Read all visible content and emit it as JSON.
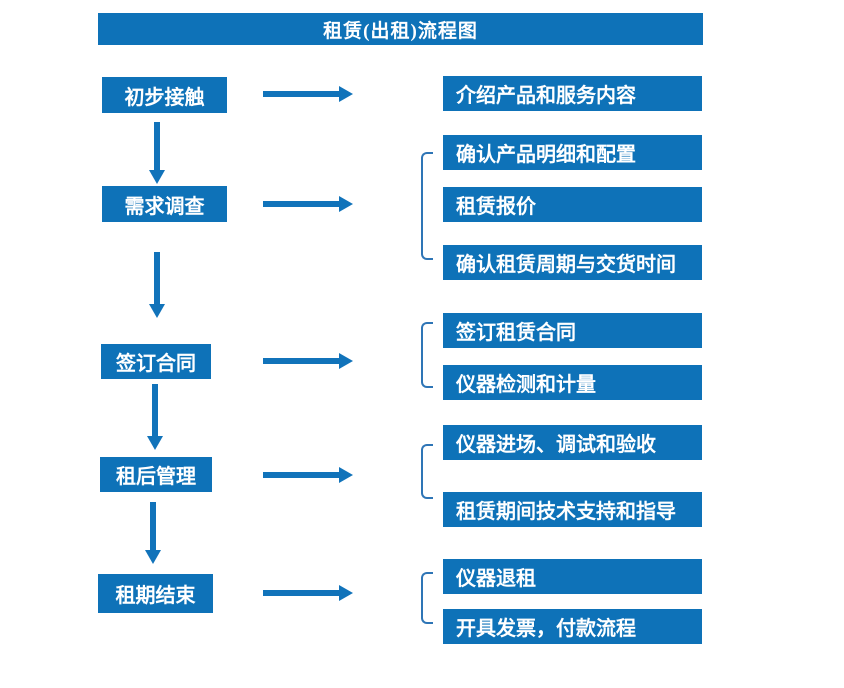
{
  "title": "租赁(出租)流程图",
  "colors": {
    "box_fill": "#0e72b8",
    "arrow": "#1173ba",
    "bracket": "#2e75b6",
    "text": "#ffffff",
    "background": "#ffffff"
  },
  "flow": [
    {
      "step": "初步接触",
      "outputs": [
        "介绍产品和服务内容"
      ]
    },
    {
      "step": "需求调查",
      "outputs": [
        "确认产品明细和配置",
        "租赁报价",
        "确认租赁周期与交货时间"
      ]
    },
    {
      "step": "签订合同",
      "outputs": [
        "签订租赁合同",
        "仪器检测和计量"
      ]
    },
    {
      "step": "租后管理",
      "outputs": [
        "仪器进场、调试和验收",
        "租赁期间技术支持和指导"
      ]
    },
    {
      "step": "租期结束",
      "outputs": [
        "仪器退租",
        "开具发票，付款流程"
      ]
    }
  ]
}
